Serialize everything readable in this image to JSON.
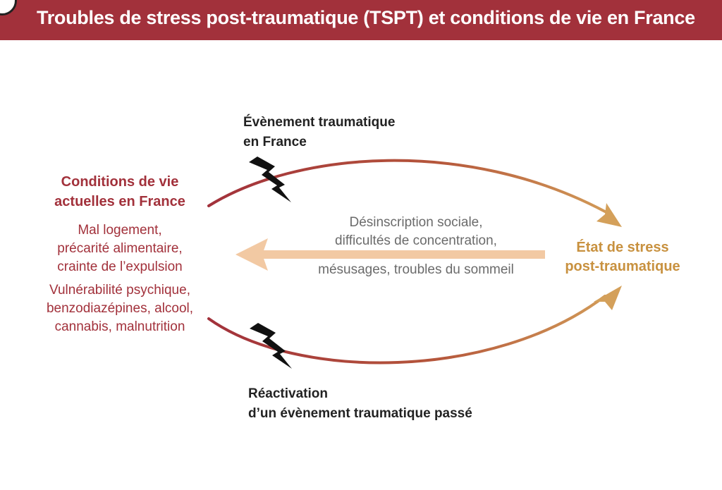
{
  "header": {
    "title": "Troubles de stress post-traumatique (TSPT) et conditions de vie en France"
  },
  "left": {
    "title_lines": [
      "Conditions de vie",
      "actuelles en France"
    ],
    "group1_lines": [
      "Mal logement,",
      "précarité alimentaire,",
      "crainte de l’expulsion"
    ],
    "group2_lines": [
      "Vulnérabilité psychique,",
      "benzodiazépines, alcool,",
      "cannabis, malnutrition"
    ]
  },
  "top_event": {
    "lines": [
      "Évènement traumatique",
      "en France"
    ]
  },
  "bottom_event": {
    "lines": [
      "Réactivation",
      "d’un évènement traumatique passé"
    ]
  },
  "right_state": {
    "lines": [
      "État de stress",
      "post-traumatique"
    ]
  },
  "middle": {
    "lines": [
      "Désinscription sociale,",
      "difficultés de concentration,",
      "mésusages, troubles du sommeil"
    ]
  },
  "icons": {
    "lightning": "lightning-icon",
    "arrow": "arrow-icon"
  },
  "colors": {
    "header_bg": "#a2313b",
    "left_text": "#a2313b",
    "right_text": "#c8913f",
    "middle_text": "#6b6b6b",
    "arrow_dark": "#a2313b",
    "arrow_light": "#d4a05a",
    "middle_arrow": "#f2c9a3"
  }
}
